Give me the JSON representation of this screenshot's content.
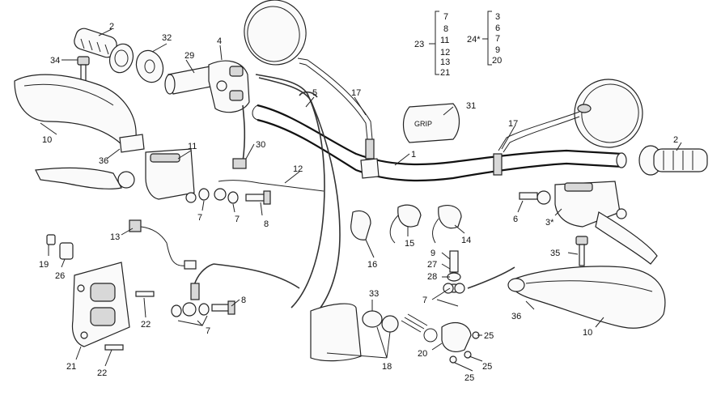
{
  "labels": {
    "p1": "1",
    "p2a": "2",
    "p2b": "2",
    "p3": "3*",
    "p4": "4",
    "p5": "5",
    "p6": "6",
    "p7a": "7",
    "p7b": "7",
    "p7c": "7",
    "p7d": "7",
    "p8a": "8",
    "p8b": "8",
    "p9": "9",
    "p10a": "10",
    "p10b": "10",
    "p11": "11",
    "p12": "12",
    "p13": "13",
    "p14": "14",
    "p15": "15",
    "p16": "16",
    "p17a": "17",
    "p17b": "17",
    "p18": "18",
    "p19": "19",
    "p20": "20",
    "p21": "21",
    "p22a": "22",
    "p22b": "22",
    "p25a": "25",
    "p25b": "25",
    "p25c": "25",
    "p26": "26",
    "p27": "27",
    "p28": "28",
    "p29": "29",
    "p30": "30",
    "p31": "31",
    "p32": "32",
    "p33": "33",
    "p34": "34",
    "p35": "35",
    "p36a": "36",
    "p36b": "36"
  },
  "kits": {
    "k23": {
      "label": "23",
      "items": [
        "7",
        "8",
        "11",
        "12",
        "13",
        "21"
      ]
    },
    "k24": {
      "label": "24*",
      "items": [
        "3",
        "6",
        "7",
        "9",
        "20"
      ]
    }
  },
  "grip_logo": "GRIP"
}
